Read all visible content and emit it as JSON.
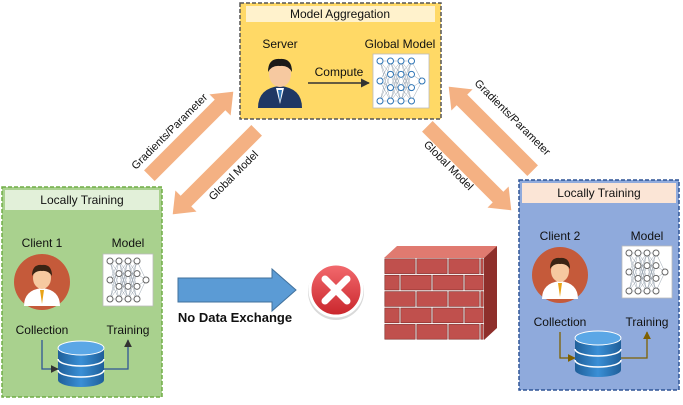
{
  "server_panel": {
    "title": "Model Aggregation",
    "server_label": "Server",
    "global_model_label": "Global Model",
    "compute_label": "Compute"
  },
  "left_panel": {
    "title": "Locally Training",
    "client_label": "Client 1",
    "model_label": "Model",
    "collection_label": "Collection",
    "training_label": "Training"
  },
  "right_panel": {
    "title": "Locally Training",
    "client_label": "Client 2",
    "model_label": "Model",
    "collection_label": "Collection",
    "training_label": "Training"
  },
  "arrows": {
    "upload_left": "Gradients/Parameter",
    "download_left": "Global Model",
    "upload_right": "Gradients/Parameter",
    "download_right": "Global Model"
  },
  "center": {
    "no_exchange_label": "No Data Exchange"
  },
  "colors": {
    "server_fill": "#ffd966",
    "server_title_fill": "#fff2cc",
    "left_fill": "#a9d18e",
    "left_title_fill": "#e2f0d9",
    "right_fill": "#8faadc",
    "right_title_fill": "#fbe5d6",
    "transfer_arrow": "#f4b183",
    "blue_arrow": "#5b9bd5",
    "stop_red": "#e0393e",
    "brick": "#c0504d",
    "database": "#2e75b6"
  },
  "icons": {
    "server": "person-icon",
    "client": "person-icon",
    "model": "neural-network-icon",
    "data": "database-icon",
    "blocked": "cross-icon",
    "privacy": "firewall-icon"
  }
}
